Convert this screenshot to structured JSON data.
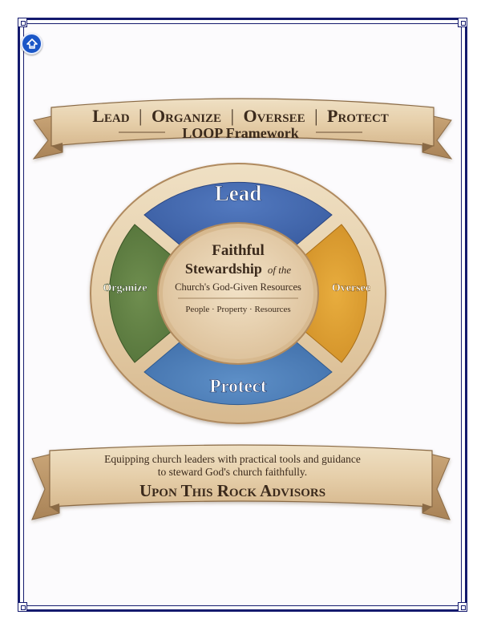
{
  "top_banner": {
    "title_parts": [
      "Lead",
      "Organize",
      "Oversee",
      "Protect"
    ],
    "separator": "|",
    "subtitle": "LOOP Framework"
  },
  "diagram": {
    "segments": {
      "top": "Lead",
      "left": "Organize",
      "right": "Oversee",
      "bottom": "Protect"
    },
    "center": {
      "line1": "Faithful",
      "line2_main": "Stewardship",
      "line2_italic": "of the",
      "line3": "Church's God-Given Resources",
      "line4": "People · Property · Resources"
    }
  },
  "bottom_banner": {
    "line1": "Equipping church leaders with practical tools and guidance",
    "line2": "to steward God's church faithfully.",
    "brand": "Upon This Rock Advisors"
  },
  "icons": {
    "home": "home-up-icon"
  },
  "colors": {
    "frame": "#141a6e",
    "lead": "#3f63a8",
    "organize": "#5a7a3e",
    "oversee": "#d99a2a",
    "protect": "#4f7fb5",
    "parchment": "#e8d3b0",
    "text_dark": "#3b2a1c"
  }
}
